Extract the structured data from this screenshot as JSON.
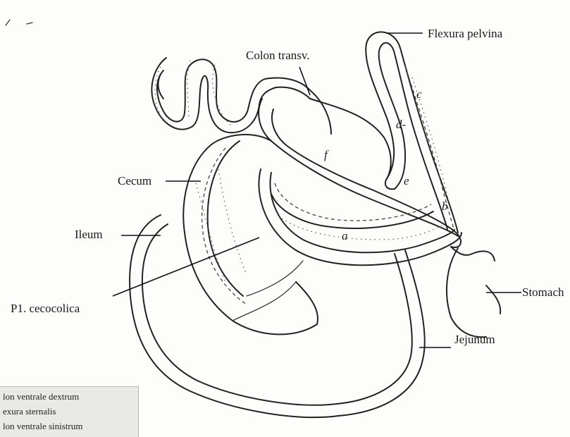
{
  "labels": {
    "flexura_pelvina": "Flexura pelvina",
    "colon_transv": "Colon transv.",
    "cecum": "Cecum",
    "ileum": "Ileum",
    "pl_cecocolica": "P1. cecocolica",
    "stomach": "Stomach",
    "jejunum": "Jejunum"
  },
  "letters": {
    "a": "a",
    "b": "b",
    "c": "c",
    "d": "d-",
    "e": "e",
    "f": "f"
  },
  "legend": {
    "line1": "lon ventrale dextrum",
    "line2": "exura sternalis",
    "line3": "lon ventrale sinistrum"
  }
}
